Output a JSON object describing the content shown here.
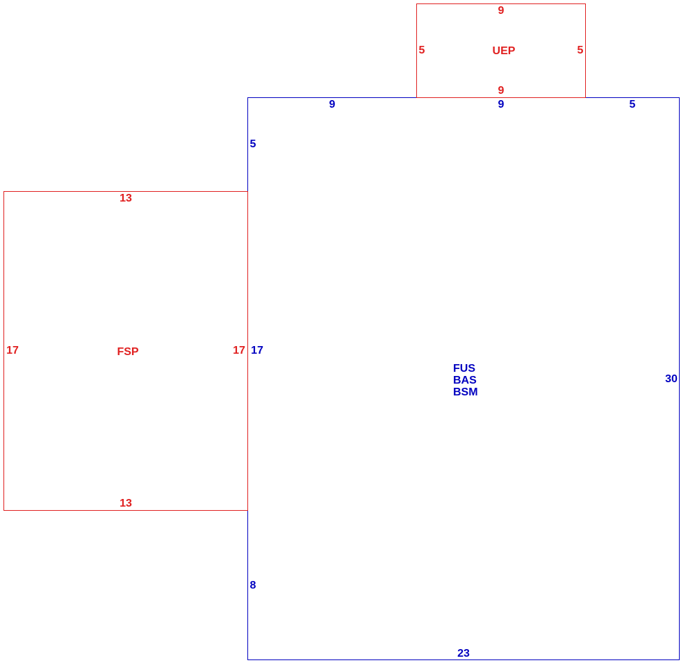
{
  "colors": {
    "main": "#0000c0",
    "addition": "#e02020"
  },
  "main_area": {
    "codes": [
      "FUS",
      "BAS",
      "BSM"
    ],
    "dims": {
      "top_left": "9",
      "top_middle": "9",
      "top_right": "5",
      "left_upper": "5",
      "left_middle": "17",
      "left_lower": "8",
      "right": "30",
      "bottom": "23"
    }
  },
  "fsp_area": {
    "code": "FSP",
    "dims": {
      "top": "13",
      "bottom": "13",
      "left": "17",
      "right": "17"
    }
  },
  "uep_area": {
    "code": "UEP",
    "dims": {
      "top": "9",
      "bottom": "9",
      "left": "5",
      "right": "5"
    }
  }
}
